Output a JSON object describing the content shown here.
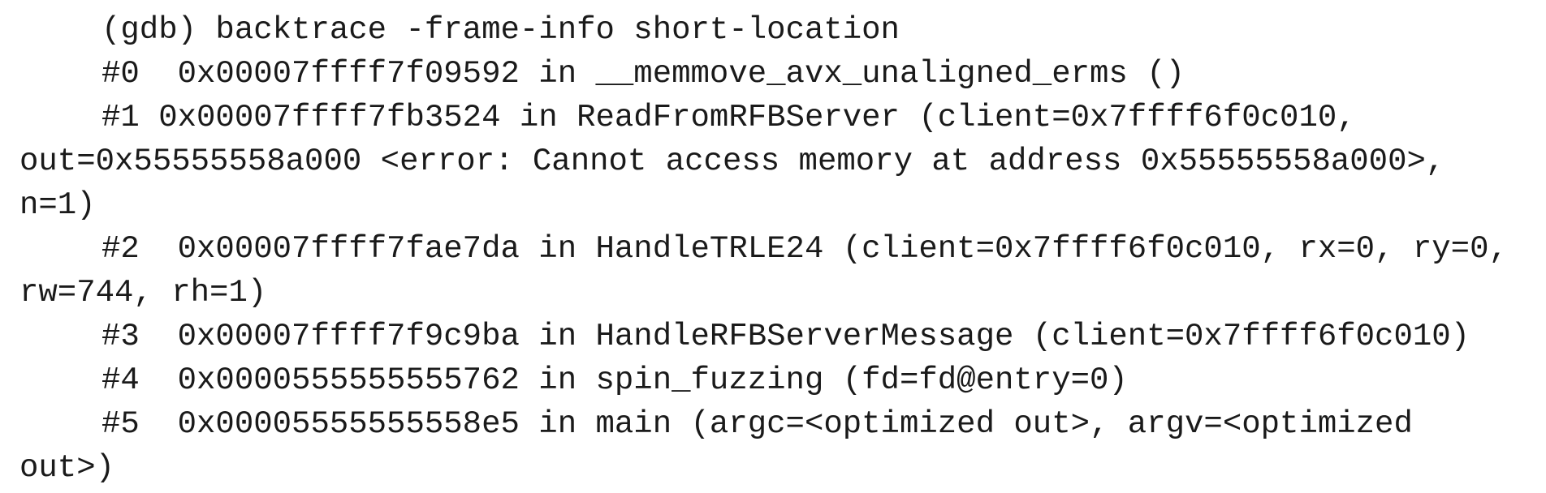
{
  "terminal": {
    "lines": [
      {
        "text": "(gdb) backtrace -frame-info short-location",
        "indent": true
      },
      {
        "text": "#0  0x00007ffff7f09592 in __memmove_avx_unaligned_erms ()",
        "indent": true
      },
      {
        "text": "#1 0x00007ffff7fb3524 in ReadFromRFBServer (client=0x7ffff6f0c010,",
        "indent": true
      },
      {
        "text": "out=0x55555558a000 <error: Cannot access memory at address 0x55555558a000>,",
        "indent": false
      },
      {
        "text": "n=1)",
        "indent": false
      },
      {
        "text": "#2  0x00007ffff7fae7da in HandleTRLE24 (client=0x7ffff6f0c010, rx=0, ry=0,",
        "indent": true
      },
      {
        "text": "rw=744, rh=1)",
        "indent": false
      },
      {
        "text": "#3  0x00007ffff7f9c9ba in HandleRFBServerMessage (client=0x7ffff6f0c010)",
        "indent": true
      },
      {
        "text": "#4  0x0000555555555762 in spin_fuzzing (fd=fd@entry=0)",
        "indent": true
      },
      {
        "text": "#5  0x00005555555558e5 in main (argc=<optimized out>, argv=<optimized",
        "indent": true
      },
      {
        "text": "out>)",
        "indent": false
      }
    ]
  }
}
